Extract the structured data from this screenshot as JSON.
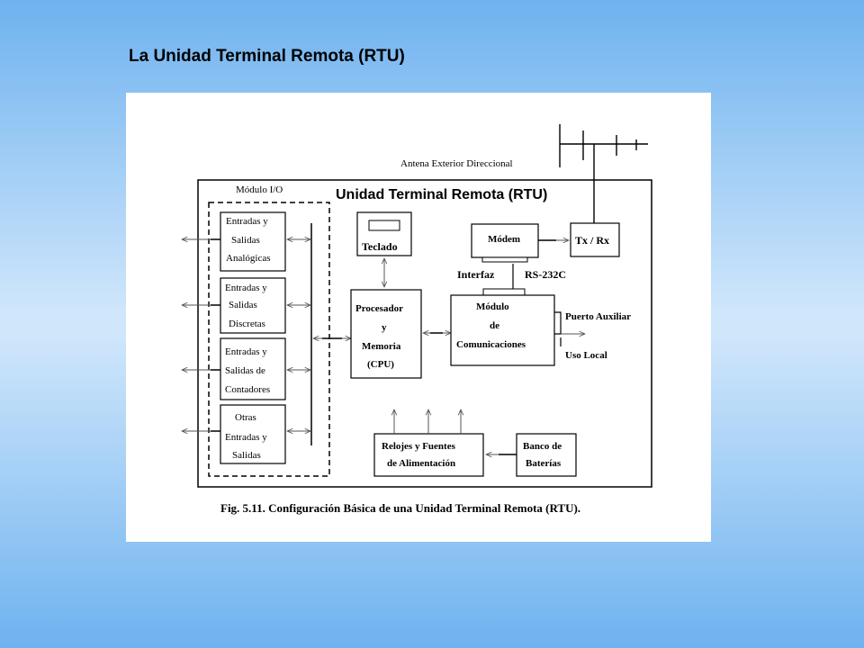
{
  "slide": {
    "title": "La Unidad Terminal Remota (RTU)"
  },
  "diagram": {
    "title": "Unidad Terminal Remota (RTU)",
    "antenna_label": "Antena Exterior Direccional",
    "io_module_label": "Módulo I/O",
    "io_blocks": [
      {
        "lines": [
          "Entradas y",
          "Salidas",
          "Analógicas"
        ]
      },
      {
        "lines": [
          "Entradas y",
          "Salidas",
          "Discretas"
        ]
      },
      {
        "lines": [
          "Entradas y",
          "Salidas de",
          "Contadores"
        ]
      },
      {
        "lines": [
          "Otras",
          "Entradas y",
          "Salidas"
        ]
      }
    ],
    "keyboard_label": "Teclado",
    "cpu_lines": [
      "Procesador",
      "y",
      "Memoria",
      "(CPU)"
    ],
    "modem_label": "Módem",
    "txrx_label": "Tx / Rx",
    "interface_label": "Interfaz",
    "interface_standard": "RS-232C",
    "comm_lines": [
      "Módulo",
      "de",
      "Comunicaciones"
    ],
    "aux_port_label": "Puerto Auxiliar",
    "local_use_label": "Uso Local",
    "power_lines": [
      "Relojes y Fuentes",
      "de Alimentación"
    ],
    "battery_lines": [
      "Banco de",
      "Baterías"
    ],
    "caption": "Fig. 5.11. Configuración Básica de una Unidad Terminal Remota (RTU)."
  }
}
